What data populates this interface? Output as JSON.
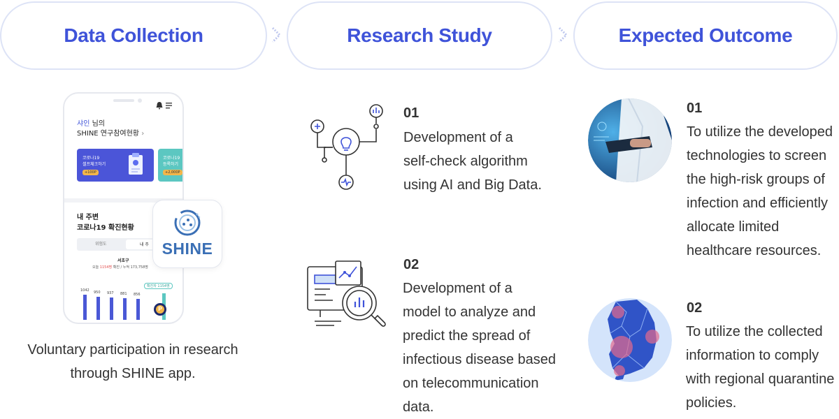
{
  "stages": [
    {
      "title": "Data Collection"
    },
    {
      "title": "Research Study"
    },
    {
      "title": "Expected Outcome"
    }
  ],
  "phone": {
    "greeting_name": "샤인",
    "greeting_suffix": " 님의",
    "status_label": "SHINE 연구참여현황",
    "card1_line1": "코로나19",
    "card1_line2": "셀프체크하기",
    "card1_badge": "+100P",
    "card2_line1": "코로나19",
    "card2_line2": "등록하기",
    "card2_badge": "+2,000P",
    "nearby_line1": "내 주변",
    "nearby_line2": "코로나19 확진현황",
    "tab1": "위험도",
    "tab2": "내 주",
    "region": "서초구",
    "today_prefix": "오늘 ",
    "today_count": "1154명",
    "today_suffix": " 확진 / 누적 173,758명",
    "chart_badge": "확진자 1154명",
    "bars": [
      {
        "label": "1042",
        "value": 1042
      },
      {
        "label": "950",
        "value": 950
      },
      {
        "label": "937",
        "value": 937
      },
      {
        "label": "881",
        "value": 881
      },
      {
        "label": "856",
        "value": 856
      }
    ],
    "last_bar_value": 1154,
    "point_icon": "P"
  },
  "app_badge_text": "SHINE",
  "collection_caption_line1": "Voluntary participation in research",
  "collection_caption_line2": "through SHINE app.",
  "research": [
    {
      "num": "01",
      "lines": [
        "Development of a",
        "self-check algorithm",
        "using AI and Big Data."
      ],
      "icon": "algorithm-icon"
    },
    {
      "num": "02",
      "lines": [
        "Development of a",
        "model to analyze and",
        "predict the spread of",
        "infectious disease based",
        "on telecommunication",
        "data."
      ],
      "icon": "data-analysis-icon"
    }
  ],
  "outcomes": [
    {
      "num": "01",
      "lines": [
        "To utilize the developed",
        "technologies to screen",
        "the high-risk groups of",
        "infection and efficiently",
        "allocate limited",
        "healthcare resources."
      ],
      "image": "doctor-tablet-photo"
    },
    {
      "num": "02",
      "lines": [
        "To utilize the collected",
        "information to comply",
        "with regional quarantine",
        "policies."
      ],
      "image": "korea-map"
    }
  ],
  "colors": {
    "accent": "#3f53d9",
    "pill_border": "#dde3f6",
    "teal": "#5cc7c1",
    "bar": "#4a58d6"
  }
}
